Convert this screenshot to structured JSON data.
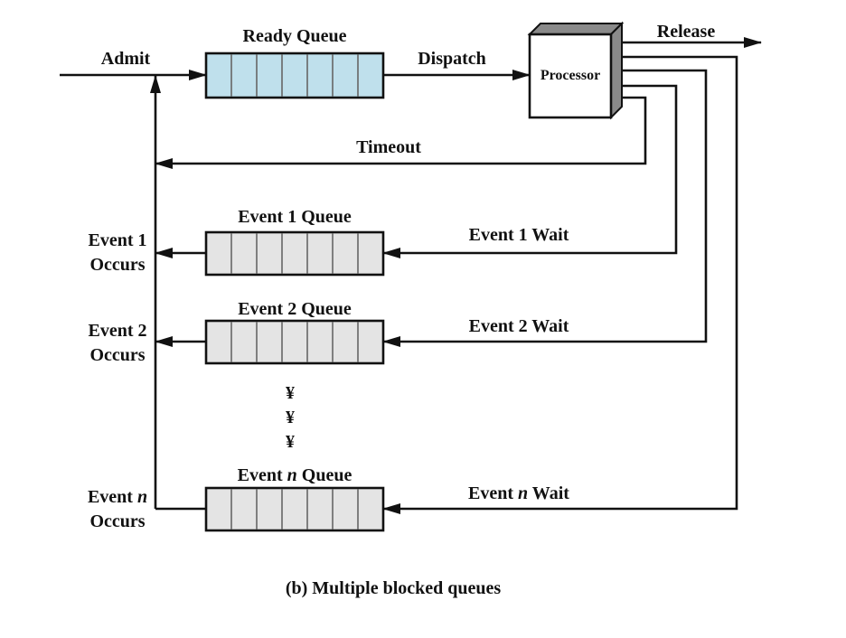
{
  "diagram": {
    "caption": "(b) Multiple blocked queues",
    "processor": {
      "label": "Processor"
    },
    "labels": {
      "admit": "Admit",
      "dispatch": "Dispatch",
      "release": "Release",
      "timeout": "Timeout"
    },
    "ready_queue": {
      "label": "Ready Queue",
      "cells": 7,
      "fill_color": "#bfe0ec"
    },
    "event_queues": [
      {
        "id": "1",
        "prefix": "Event ",
        "index": "1",
        "suffix": " Queue",
        "index_italic": false,
        "wait_label": "Event 1 Wait",
        "occurs_line1": "Event 1",
        "occurs_line2": "Occurs"
      },
      {
        "id": "2",
        "prefix": "Event ",
        "index": "2",
        "suffix": " Queue",
        "index_italic": false,
        "wait_label": "Event 2 Wait",
        "occurs_line1": "Event 2",
        "occurs_line2": "Occurs"
      },
      {
        "id": "n",
        "prefix": "Event ",
        "index": "n",
        "suffix": " Queue",
        "index_italic": true,
        "wait_prefix": "Event ",
        "wait_suffix": " Wait",
        "occurs_prefix": "Event ",
        "occurs_line2": "Occurs"
      }
    ],
    "ellipsis_glyph": "¥",
    "blocked_queue_color": "#e4e4e4",
    "processor_shadow_color": "#8a8a8a"
  }
}
